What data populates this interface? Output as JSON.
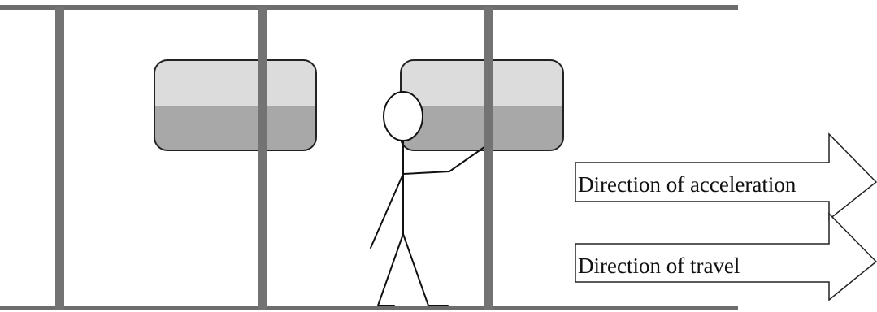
{
  "diagram": {
    "arrows": [
      {
        "id": "acceleration",
        "label": "Direction of acceleration"
      },
      {
        "id": "travel",
        "label": "Direction of travel"
      }
    ],
    "colors": {
      "rail": "#6d6d6d",
      "pole": "#737373",
      "window_top": "#dcdcdc",
      "window_bottom": "#a8a8a8",
      "outline": "#222222",
      "background": "#ffffff"
    }
  }
}
